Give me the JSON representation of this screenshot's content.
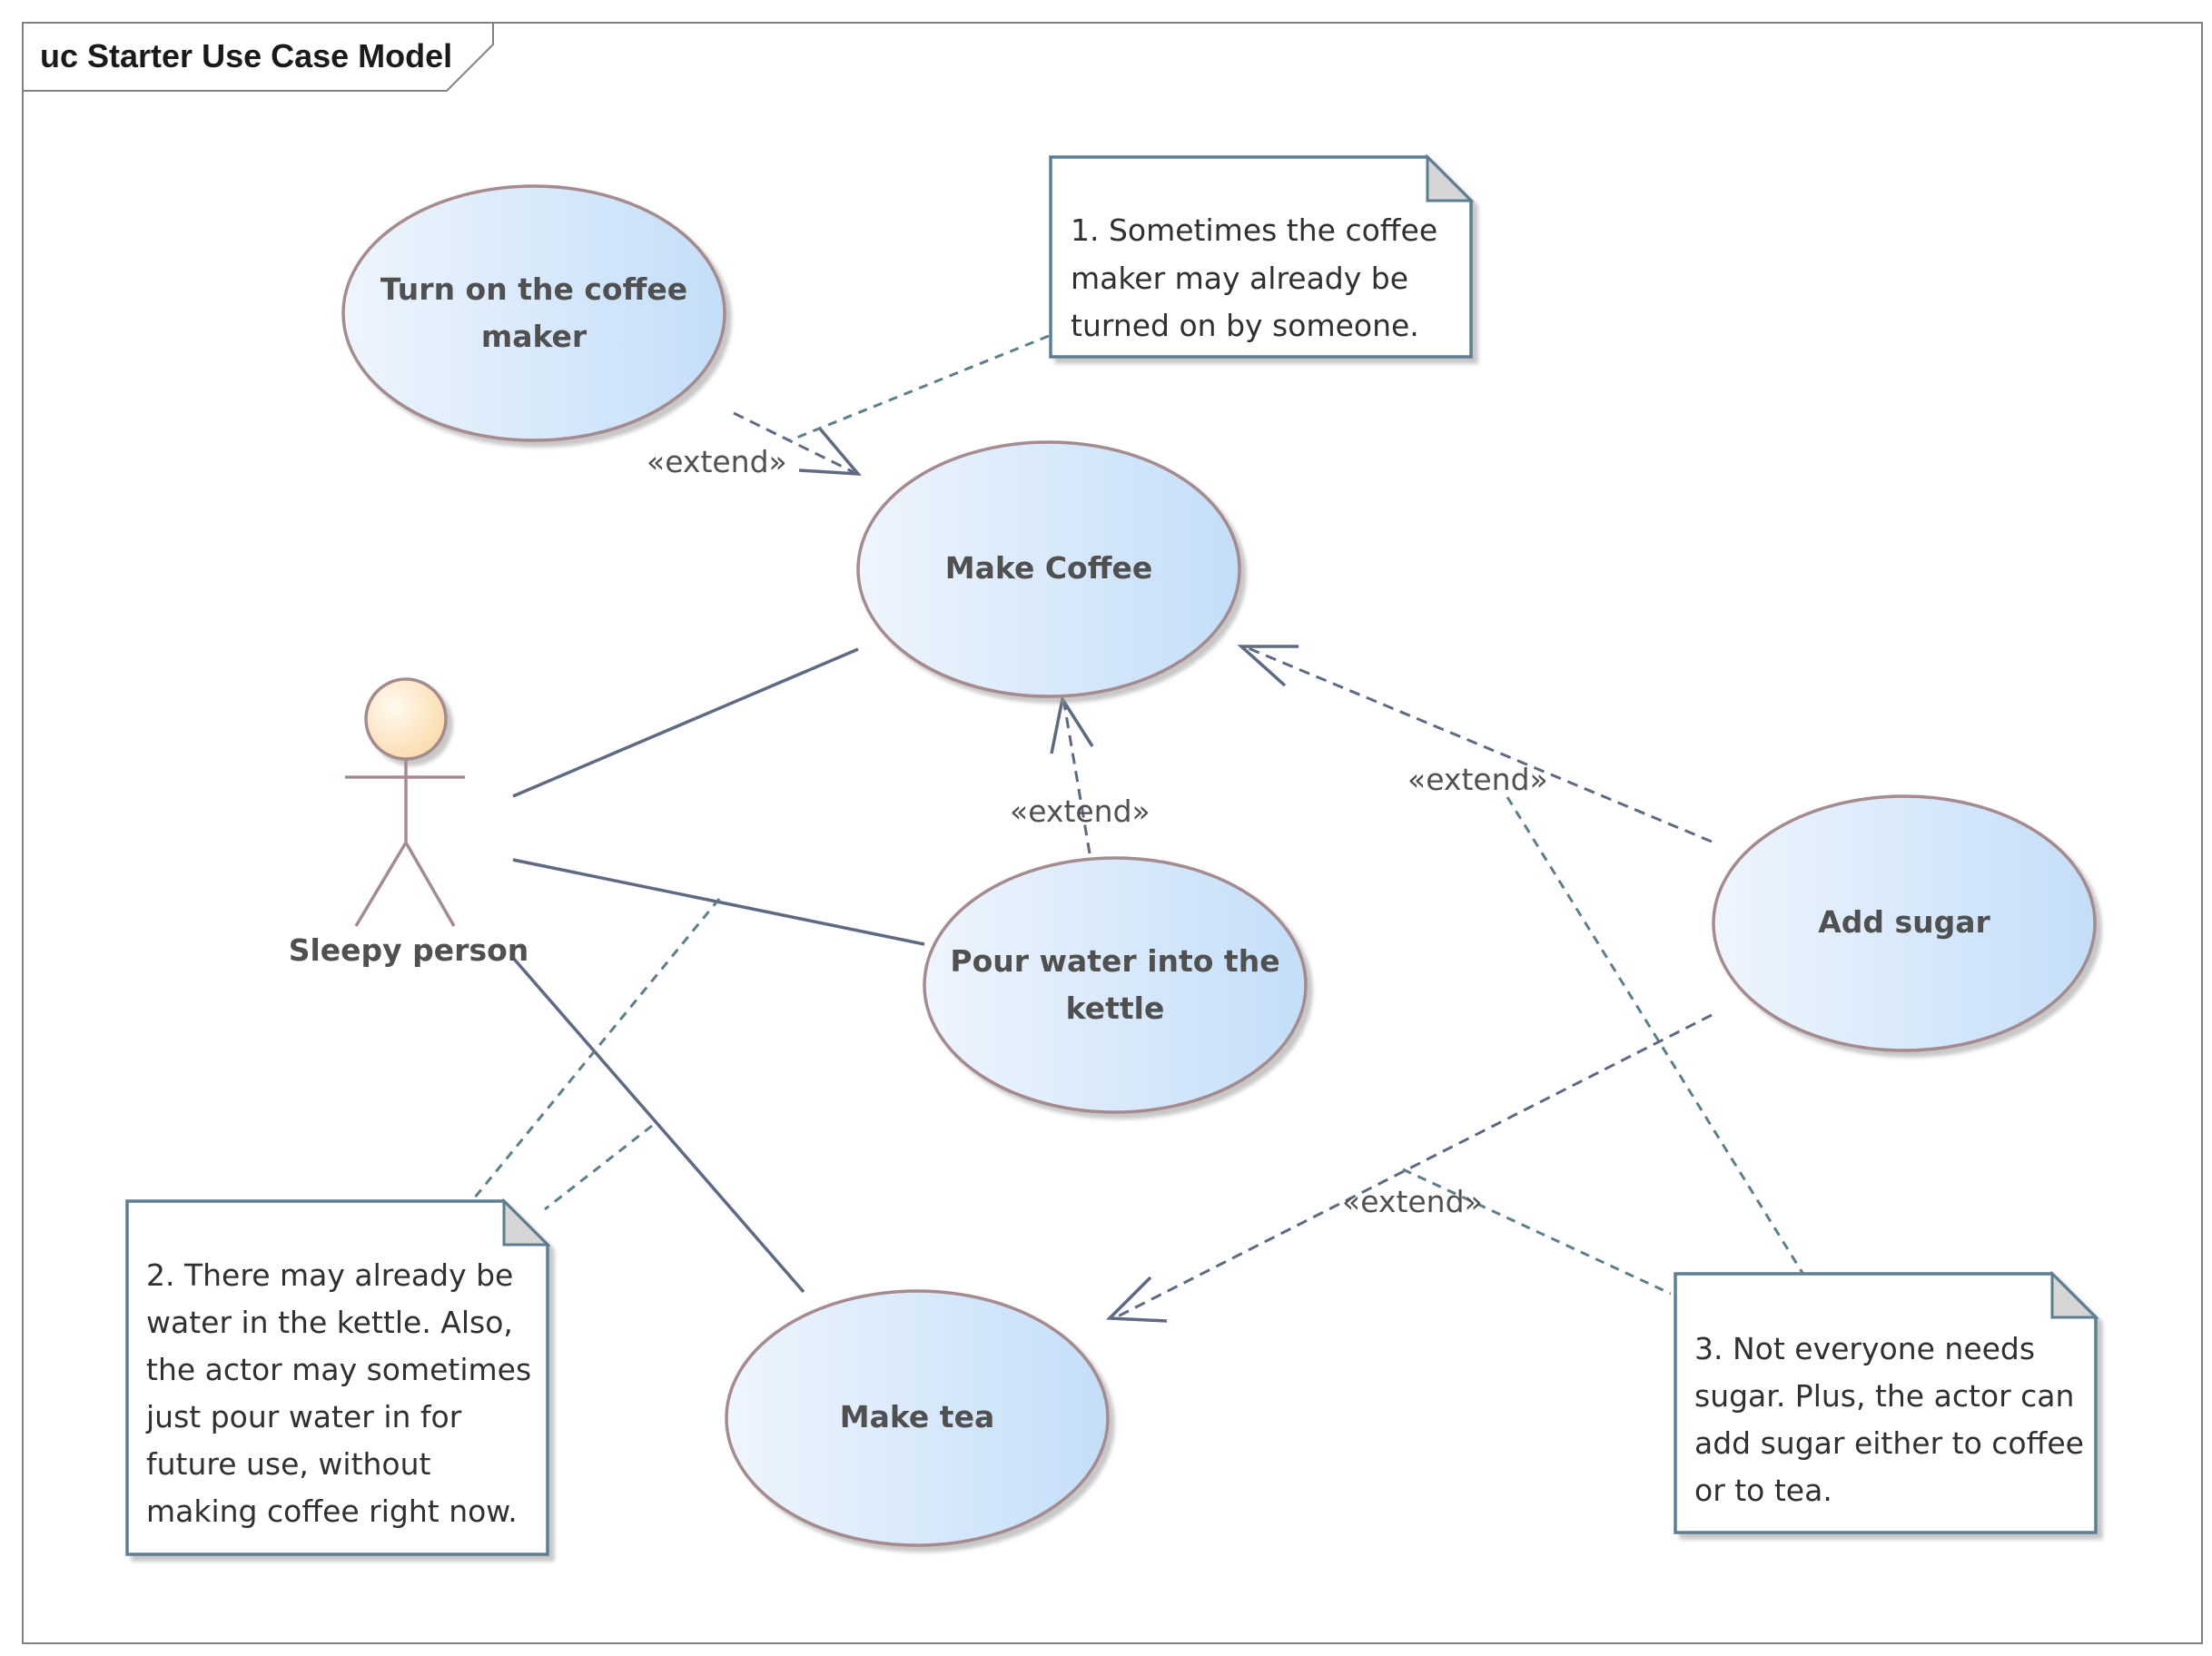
{
  "frame": {
    "title": "uc Starter Use Case Model"
  },
  "actor": {
    "name": "Sleepy person"
  },
  "use_cases": {
    "turn_on": {
      "lines": [
        "Turn on the coffee",
        "maker"
      ]
    },
    "make_coffee": {
      "lines": [
        "Make Coffee"
      ]
    },
    "pour_water": {
      "lines": [
        "Pour water into the",
        "kettle"
      ]
    },
    "add_sugar": {
      "lines": [
        "Add sugar"
      ]
    },
    "make_tea": {
      "lines": [
        "Make tea"
      ]
    }
  },
  "stereotypes": {
    "extend_turn_on": "«extend»",
    "extend_pour_water": "«extend»",
    "extend_sugar_coffee": "«extend»",
    "extend_sugar_tea": "«extend»"
  },
  "notes": {
    "note1": {
      "lines": [
        "1. Sometimes the coffee",
        "maker may already be",
        "turned on by someone."
      ]
    },
    "note2": {
      "lines": [
        "2. There may already be",
        "water in the kettle. Also,",
        "the actor may sometimes",
        "just pour water in for",
        "future use, without",
        "making coffee right now."
      ]
    },
    "note3": {
      "lines": [
        "3. Not everyone needs",
        "sugar. Plus, the actor can",
        "add sugar either to coffee",
        "or to tea."
      ]
    }
  },
  "colors": {
    "use_case_fill_light": "#eef5fd",
    "use_case_fill_dark": "#c4def8",
    "actor_head_light": "#fffaf0",
    "actor_head_dark": "#fbd9a8",
    "line": "#5e6a82",
    "note_border": "#5c7e92",
    "note_corner": "#d6d6d6"
  }
}
